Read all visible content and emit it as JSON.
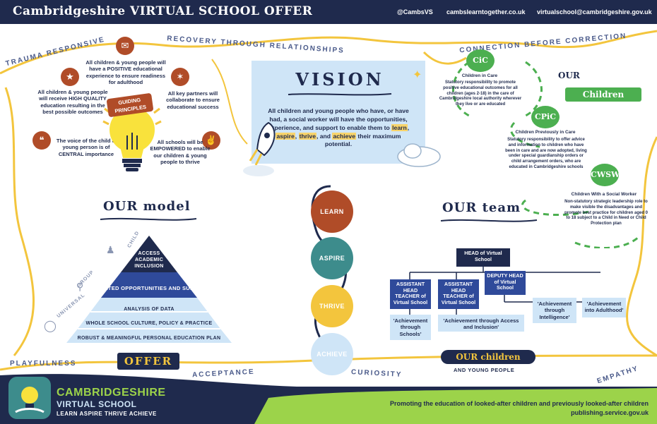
{
  "header": {
    "title": "Cambridgeshire VIRTUAL SCHOOL OFFER",
    "twitter": "@CambsVS",
    "website": "cambslearntogether.co.uk",
    "email": "virtualschool@cambridgeshire.gov.uk"
  },
  "values": {
    "trauma": "TRAUMA RESPONSIVE",
    "recovery": "RECOVERY THROUGH RELATIONSHIPS",
    "connection": "CONNECTION BEFORE CORRECTION",
    "playfulness": "PLAYFULNESS",
    "acceptance": "ACCEPTANCE",
    "curiosity": "CURIOSITY",
    "empathy": "EMPATHY"
  },
  "principles": {
    "badge": "GUIDING PRINCIPLES",
    "items": [
      "All children & young people will have a POSITIVE educational experience to ensure readiness for adulthood",
      "All children & young people will receive HIGH QUALITY education resulting in the best possible outcomes",
      "All key partners will collaborate to ensure educational success",
      "The voice of the child & young person is of CENTRAL importance",
      "All schools will be EMPOWERED to enable our children & young people to thrive"
    ]
  },
  "vision": {
    "title": "VISION",
    "text_before": "All children and young people who have, or have had, a social worker will have the opportunities, experience, and support to enable them to ",
    "learn": "learn",
    "sep1": ", ",
    "aspire": "aspire",
    "sep2": ", ",
    "thrive": "thrive",
    "sep3": ", and ",
    "achieve": "achieve",
    "text_after": " their maximum potential."
  },
  "model": {
    "title": "OUR model",
    "side_child": "CHILD",
    "side_group": "GROUP",
    "side_universal": "UNIVERSAL",
    "levels": [
      "ACCESS ACADEMIC INCLUSION",
      "TARGETED OPPORTUNITIES AND SUPPORT",
      "ANALYSIS OF DATA",
      "WHOLE SCHOOL CULTURE, POLICY & PRACTICE",
      "ROBUST & MEANINGFUL PERSONAL EDUCATION PLAN"
    ],
    "offer": "OFFER"
  },
  "steps": {
    "learn": "LEARN",
    "aspire": "ASPIRE",
    "thrive": "THRIVE",
    "achieve": "ACHIEVE"
  },
  "team": {
    "title": "OUR team",
    "head": "HEAD of Virtual School",
    "assistant1": "ASSISTANT HEAD TEACHER of Virtual School",
    "assistant2": "ASSISTANT HEAD TEACHER of Virtual School",
    "deputy": "DEPUTY HEAD of Virtual School",
    "quote_schools": "'Achievement through Schools'",
    "quote_access": "'Achievement through Access and Inclusion'",
    "quote_intelligence": "'Achievement through Intelligence'",
    "quote_adulthood": "'Achievement into Adulthood'",
    "children_banner": "OUR children",
    "young_people": "AND YOUNG PEOPLE"
  },
  "children": {
    "title_our": "OUR",
    "title_children": "Children",
    "cic_badge": "CiC",
    "cic_head": "Children in Care",
    "cic_text": "Statutory responsibility to promote positive educational outcomes for all children (ages 2-18) in the care of Cambridgeshire local authority wherever they live or are educated",
    "cpic_badge": "CPiC",
    "cpic_head": "Children Previously in Care",
    "cpic_text": "Statutory responsibility to offer advice and information to children who have been in care and are now adopted, living under special guardianship orders or child arrangement orders, who are educated in Cambridgeshire schools",
    "cwsw_badge": "CWSW",
    "cwsw_head": "Children With a Social Worker",
    "cwsw_text": "Non-statutory strategic leadership role to make visible the disadvantages and promote best practice for children aged 0 to 18 subject to a Child in Need or Child Protection plan"
  },
  "footer": {
    "logo_title": "CAMBRIDGESHIRE",
    "logo_sub": "VIRTUAL SCHOOL",
    "logo_tagline": "LEARN ASPIRE THRIVE ACHIEVE",
    "promo": "Promoting the education of looked-after children and previously looked-after children",
    "publisher": "publishing.service.gov.uk"
  },
  "colors": {
    "navy": "#1f2a4d",
    "rust": "#b04c28",
    "teal": "#3d8c8c",
    "yellow": "#f3c53d",
    "light_blue": "#cfe5f7",
    "green": "#4caf50",
    "lime": "#9cd34a"
  }
}
